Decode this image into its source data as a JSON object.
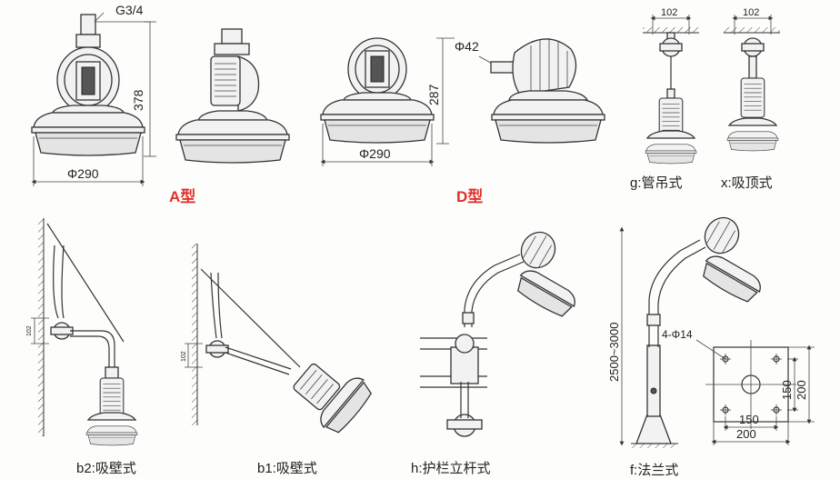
{
  "models": {
    "a": {
      "label": "A型",
      "thread": "G3/4",
      "height": "378",
      "diameter": "Φ290"
    },
    "d": {
      "label": "D型",
      "pipe_dia": "Φ42",
      "height": "287",
      "diameter": "Φ290"
    }
  },
  "mounts": {
    "g": {
      "label": "g:管吊式",
      "dim": "102"
    },
    "x": {
      "label": "x:吸顶式",
      "dim": "102"
    },
    "b2": {
      "label": "b2:吸壁式",
      "dim": "102"
    },
    "b1": {
      "label": "b1:吸壁式",
      "dim": "102"
    },
    "h": {
      "label": "h:护栏立杆式"
    },
    "f": {
      "label": "f:法兰式",
      "height": "2500~3000"
    }
  },
  "flange": {
    "holes": "4-Φ14",
    "inner_h": "150",
    "outer_h": "200",
    "inner_w": "150",
    "outer_w": "200"
  },
  "colors": {
    "line": "#333333",
    "label_red": "#e0302a",
    "background": "#fdfdfb"
  }
}
